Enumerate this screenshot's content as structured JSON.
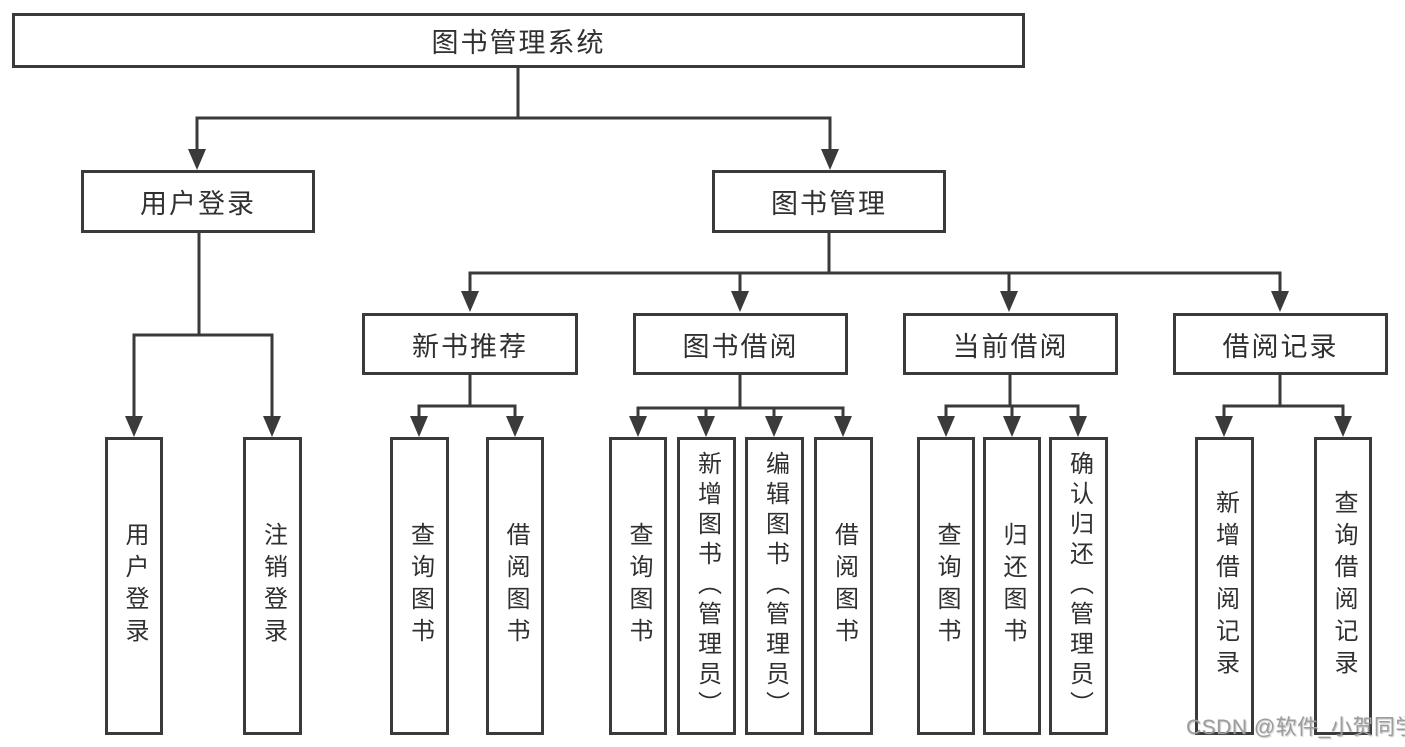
{
  "diagram": {
    "root": "图书管理系统",
    "branches": [
      {
        "label": "用户登录",
        "children": [
          "用户登录",
          "注销登录"
        ]
      },
      {
        "label": "图书管理",
        "sections": [
          {
            "label": "新书推荐",
            "children": [
              "查询图书",
              "借阅图书"
            ]
          },
          {
            "label": "图书借阅",
            "children": [
              "查询图书",
              "新增图书（管理员）",
              "编辑图书（管理员）",
              "借阅图书"
            ]
          },
          {
            "label": "当前借阅",
            "children": [
              "查询图书",
              "归还图书",
              "确认归还（管理员）"
            ]
          },
          {
            "label": "借阅记录",
            "children": [
              "新增借阅记录",
              "查询借阅记录"
            ]
          }
        ]
      }
    ]
  },
  "watermark": {
    "text": "CSDN @软件_小贺同学"
  },
  "colors": {
    "line": "#3a3a3a",
    "text": "#303030",
    "watermark": "#9d9d9d",
    "background": "#ffffff"
  }
}
